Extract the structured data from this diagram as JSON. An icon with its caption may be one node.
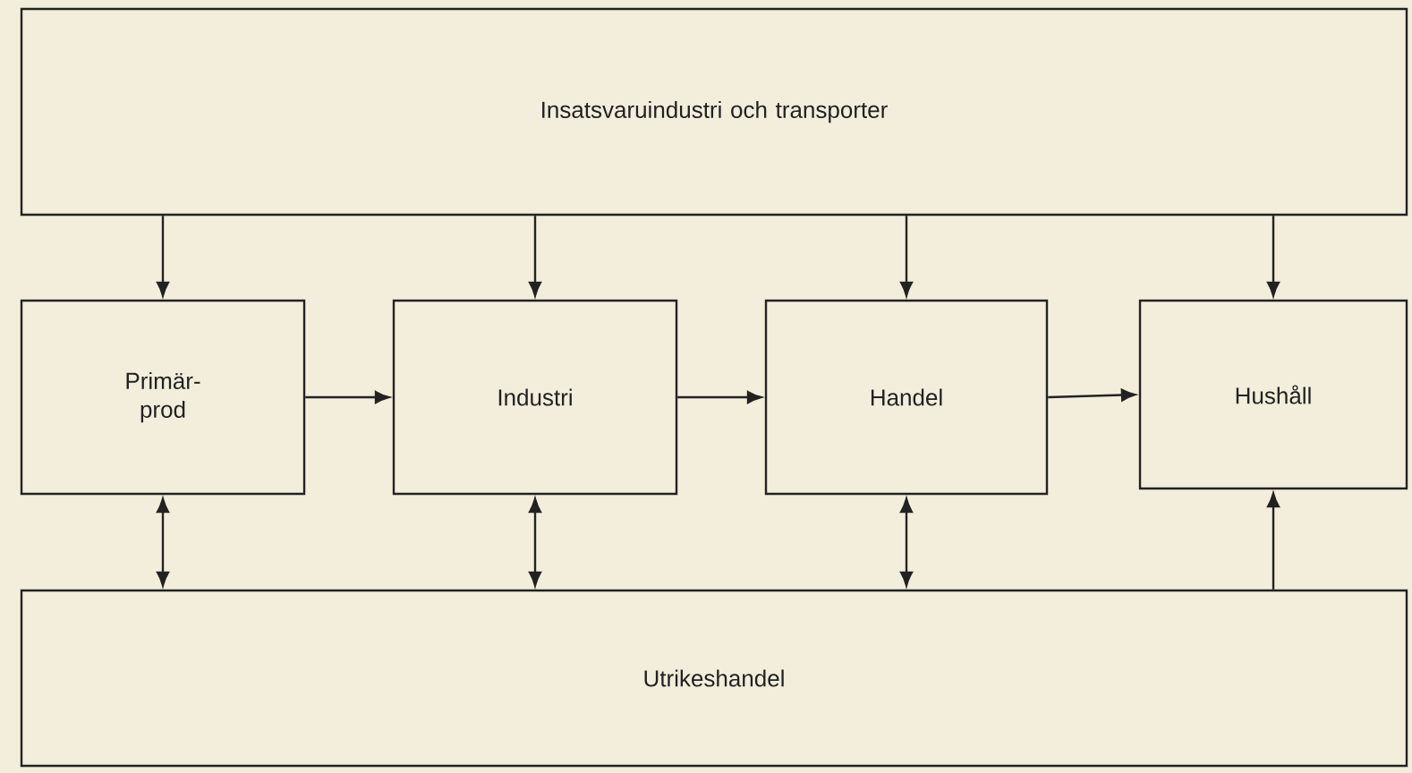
{
  "diagram": {
    "nodes": [
      {
        "text": [
          "Insatsvaruindustri och transporter"
        ]
      },
      {
        "text": [
          "Primär- prod"
        ]
      },
      {
        "text": [
          "Industri"
        ]
      },
      {
        "text": [
          "Handel"
        ]
      },
      {
        "text": [
          "Hushåll"
        ]
      },
      {
        "text": [
          "Utrikeshandel"
        ]
      }
    ],
    "edges": [
      {
        "from": 0,
        "to": 1,
        "arrow": "to"
      },
      {
        "from": 0,
        "to": 2,
        "arrow": "to"
      },
      {
        "from": 0,
        "to": 3,
        "arrow": "to"
      },
      {
        "from": 0,
        "to": 4,
        "arrow": "to"
      },
      {
        "from": 1,
        "to": 2,
        "arrow": "to"
      },
      {
        "from": 2,
        "to": 3,
        "arrow": "to"
      },
      {
        "from": 3,
        "to": 4,
        "arrow": "to"
      },
      {
        "from": 1,
        "to": 5,
        "arrow": "both"
      },
      {
        "from": 2,
        "to": 5,
        "arrow": "both"
      },
      {
        "from": 3,
        "to": 5,
        "arrow": "both"
      },
      {
        "from": 5,
        "to": 4,
        "arrow": "to"
      }
    ]
  }
}
